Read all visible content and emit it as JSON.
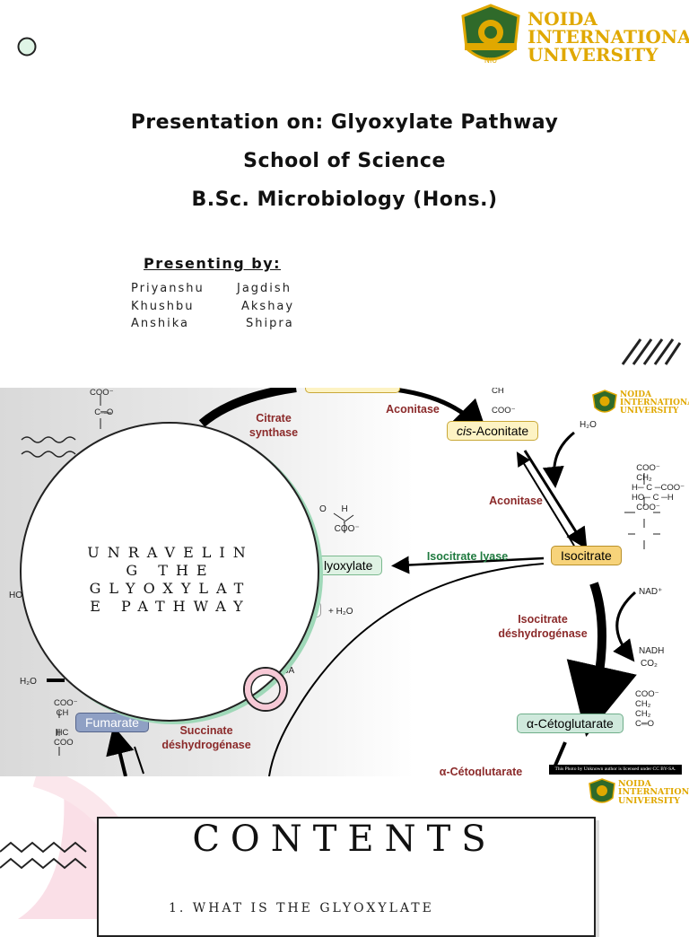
{
  "university": {
    "line1": "NOIDA",
    "line2": "INTERNATIONAL",
    "line3": "UNIVERSITY",
    "seal": "NIU"
  },
  "slide1": {
    "title_line1": "Presentation on: Glyoxylate Pathway",
    "title_line2": "School of Science",
    "title_line3": "B.Sc. Microbiology (Hons.)",
    "presenting_label": "Presenting by:",
    "presenters": [
      [
        "Priyanshu",
        "Jagdish"
      ],
      [
        "Khushbu",
        "Akshay"
      ],
      [
        "Anshika",
        "Shipra"
      ]
    ]
  },
  "slide2": {
    "title_text": "U N R A V E L I N G T H E G L Y O X Y L A T E P A T H W A Y",
    "title_lines": [
      "UNRAVELIN",
      "G THE",
      "GLYOXYLAT",
      "E PATHWAY"
    ],
    "enzymes": {
      "citrate_synthase": "Citrate\nsynthase",
      "aconitase_top": "Aconitase",
      "aconitase_mid": "Aconitase",
      "isocitrate_lyase": "Isocitrate lyase",
      "isocitrate_dh": "Isocitrate\ndéshydrogénase",
      "succinate_dh": "Succinate\ndéshydrogénase",
      "akg_bottom": "α-Cétoglutarate"
    },
    "metabolites": {
      "cis_aconitate_prefix": "cis",
      "cis_aconitate_rest": "-Aconitate",
      "isocitrate": "Isocitrate",
      "glyoxylate": "lyoxylate",
      "fumarate": "Fumarate",
      "akg": "α-Cétoglutarate",
      "a_fragment": "A",
      "h2o_plus": "+ H₂O"
    },
    "cofactors": {
      "h2o_top": "H₂O",
      "nad": "NAD⁺",
      "nadh": "NADH",
      "co2": "CO₂",
      "h2o_left": "H₂O",
      "ho_left": "HO",
      "coa_fragment": "oA"
    },
    "credit": "This Photo by Unknown author is licensed under CC BY-SA."
  },
  "slide3": {
    "title": "CONTENTS",
    "item1": "1.  WHAT IS THE GLYOXYLATE"
  },
  "colors": {
    "gold": "#e0a800",
    "enzyme": "#8b2a2a",
    "cis_box": "#fdf3c4",
    "iso_box": "#f7d37a",
    "gly_box": "#dff2e4",
    "akg_box": "#cfe9dc",
    "fum_box": "#8fa0c4",
    "mint": "#9fd8b8",
    "pink": "#f7c9d6"
  }
}
